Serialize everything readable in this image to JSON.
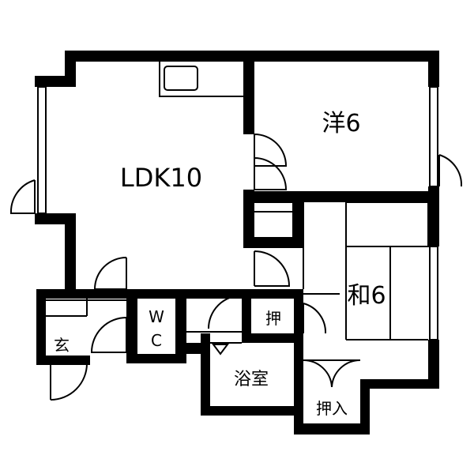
{
  "rooms": {
    "ldk": "LDK10",
    "western": "洋6",
    "japanese": "和6",
    "bath": "浴室",
    "entrance": "玄",
    "oshi": "押",
    "oshiire": "押入",
    "wc_w": "W",
    "wc_c": "C"
  },
  "colors": {
    "wall": "#000000",
    "background": "#ffffff"
  }
}
